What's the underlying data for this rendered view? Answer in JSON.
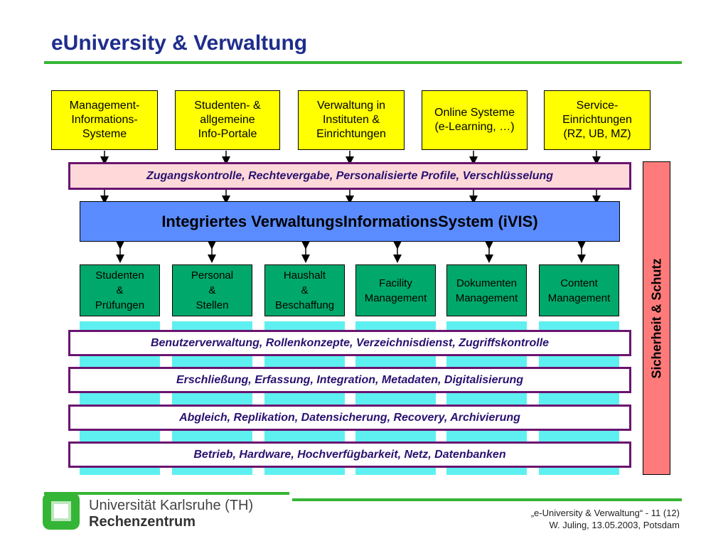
{
  "slide": {
    "title": "eUniversity & Verwaltung"
  },
  "top_systems": [
    {
      "label": "Management-\nInformations-\nSysteme"
    },
    {
      "label": "Studenten- &\nallgemeine\nInfo-Portale"
    },
    {
      "label": "Verwaltung in\nInstituten &\nEinrichtungen"
    },
    {
      "label": "Online Systeme\n(e-Learning, …)"
    },
    {
      "label": "Service-\nEinrichtungen\n(RZ, UB, MZ)"
    }
  ],
  "access_layer": "Zugangskontrolle, Rechtevergabe, Personalisierte Profile, Verschlüsselung",
  "ivis": "Integriertes VerwaltungsInformationsSystem (iVIS)",
  "modules": [
    {
      "label": "Studenten\n&\nPrüfungen"
    },
    {
      "label": "Personal\n&\nStellen"
    },
    {
      "label": "Haushalt\n&\nBeschaffung"
    },
    {
      "label": "Facility\nManagement"
    },
    {
      "label": "Dokumenten\nManagement"
    },
    {
      "label": "Content\nManagement"
    }
  ],
  "service_layers": [
    "Benutzerverwaltung, Rollenkonzepte, Verzeichnisdienst, Zugriffskontrolle",
    "Erschließung, Erfassung, Integration, Metadaten, Digitalisierung",
    "Abgleich, Replikation, Datensicherung, Recovery, Archivierung",
    "Betrieb, Hardware, Hochverfügbarkeit, Netz, Datenbanken"
  ],
  "security_label": "Sicherheit & Schutz",
  "footer": {
    "university": "Universität Karlsruhe (TH)",
    "department": "Rechenzentrum",
    "slide_info": "„e-University & Verwaltung“  -  11 (12)",
    "author_info": "W. Juling, 13.05.2003, Potsdam"
  },
  "colors": {
    "title": "#1f2d8c",
    "accent_green": "#35b535",
    "top_box": "#ffff00",
    "module_box": "#00a86b",
    "ivis_box": "#5b8cff",
    "security_box": "#ff7b7b",
    "column_fill": "#5ef0f0",
    "bar_border": "#6a1470"
  }
}
